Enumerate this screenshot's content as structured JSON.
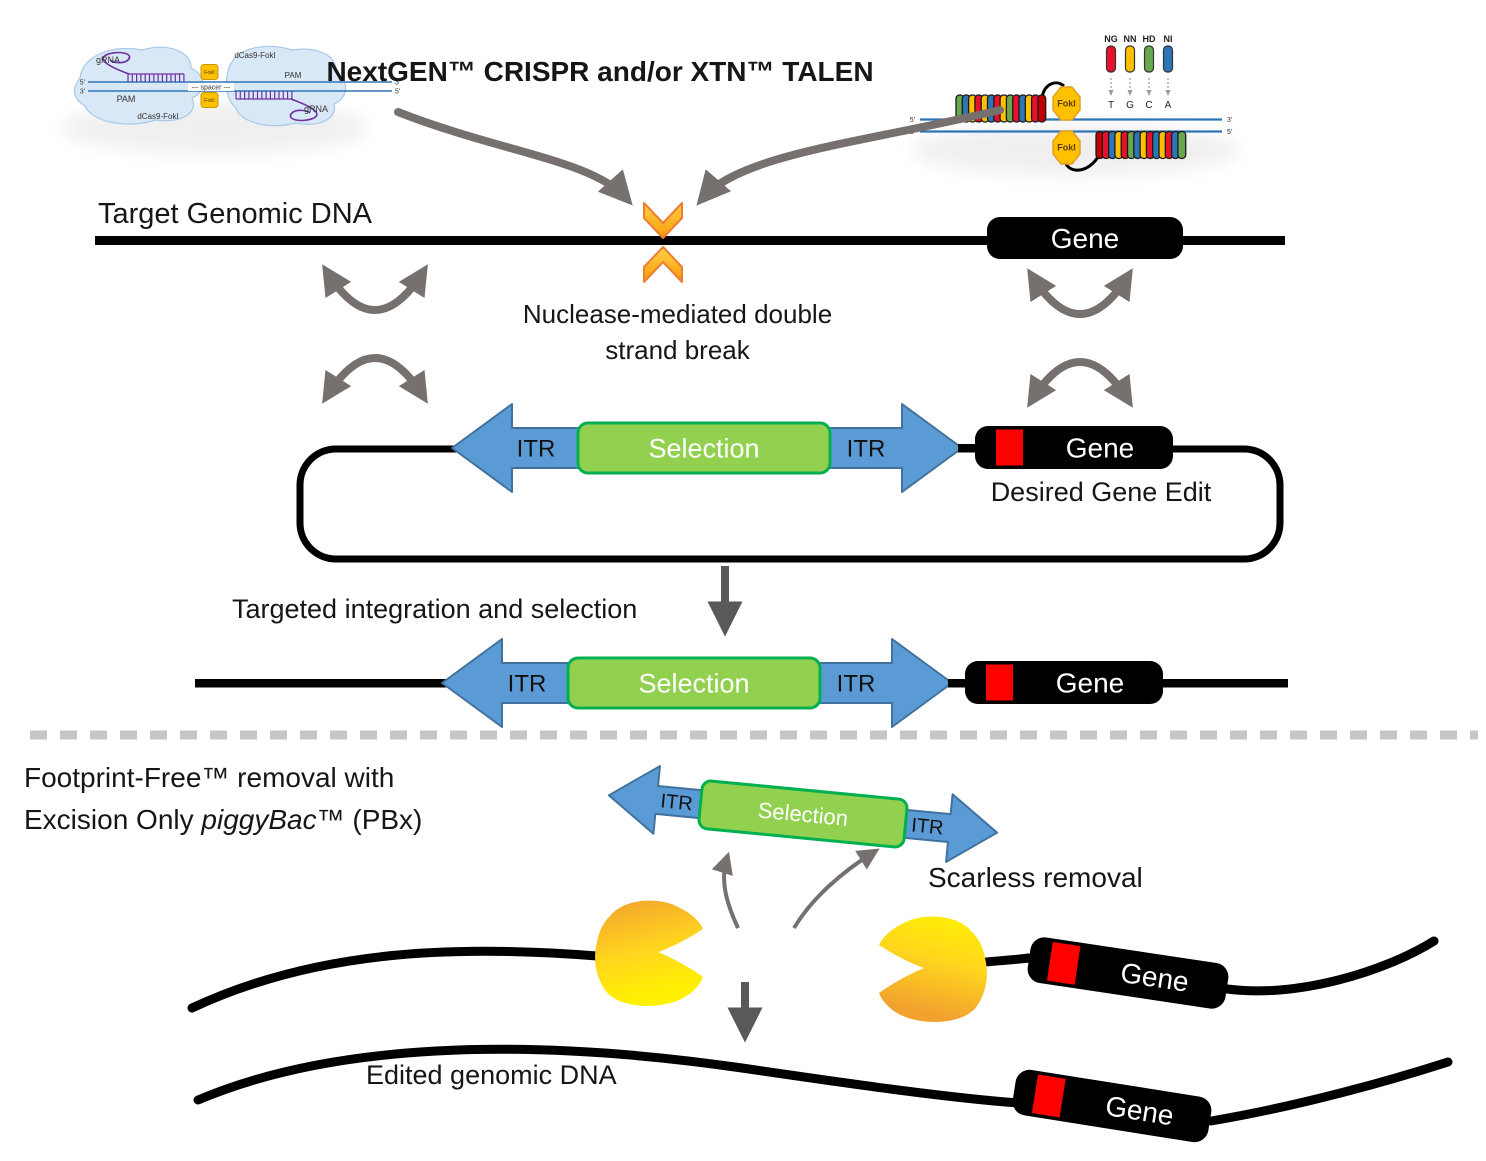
{
  "header": {
    "title": "NextGEN™ CRISPR and/or XTN™ TALEN"
  },
  "labels": {
    "target_dna": "Target Genomic DNA",
    "gene": "Gene",
    "itr": "ITR",
    "selection": "Selection",
    "nuclease_line1": "Nuclease-mediated  double",
    "nuclease_line2": "strand break",
    "desired_edit": "Desired Gene Edit",
    "integration": "Targeted integration and selection",
    "footprint_line1": "Footprint-Free™ removal with",
    "footprint_line2_pre": "Excision Only ",
    "footprint_line2_italic": "piggyBac™",
    "footprint_line2_post": " (PBx)",
    "scarless": "Scarless removal",
    "edited_dna": "Edited genomic DNA"
  },
  "crispr_diagram": {
    "grna": "gRNA",
    "pam": "PAM",
    "dcas9": "dCas9-FokI",
    "foki": "FokI",
    "spacer": "--- spacer ---",
    "five_prime": "5'",
    "three_prime": "3'"
  },
  "talen_diagram": {
    "foki": "FokI",
    "five_prime": "5'",
    "three_prime": "3'",
    "legend": [
      {
        "code": "NG",
        "base": "T",
        "color": "#E8112D"
      },
      {
        "code": "NN",
        "base": "G",
        "color": "#FFC000"
      },
      {
        "code": "HD",
        "base": "C",
        "color": "#6AA84F"
      },
      {
        "code": "NI",
        "base": "A",
        "color": "#2E75B6"
      }
    ],
    "upper_repeat_colors": [
      "#6AA84F",
      "#2E75B6",
      "#FFC000",
      "#E8112D",
      "#FFC000",
      "#2E75B6",
      "#E8112D",
      "#FFC000",
      "#6AA84F",
      "#E8112D",
      "#2E75B6",
      "#FFC000",
      "#E8112D",
      "#C00000"
    ],
    "lower_repeat_colors": [
      "#C00000",
      "#E8112D",
      "#2E75B6",
      "#FFC000",
      "#E8112D",
      "#6AA84F",
      "#2E75B6",
      "#FFC000",
      "#E8112D",
      "#2E75B6",
      "#FFC000",
      "#E8112D",
      "#2E75B6",
      "#6AA84F"
    ]
  },
  "colors": {
    "itr_arrow_fill": "#5B9BD5",
    "itr_arrow_stroke": "#41719C",
    "selection_fill": "#92D050",
    "selection_stroke": "#00B050",
    "gene_fill": "#000000",
    "edit_mark": "#FF0000",
    "cut_chevron_fill": "#FFC000",
    "cut_chevron_stroke": "#ED7D31",
    "recombination_arrow": "#76716F",
    "flow_arrow": "#595959",
    "divider": "#C6C6C6",
    "dna_line": "#000000",
    "transposase_orange": "#F2A12E",
    "transposase_yellow": "#FFF200",
    "helper_dna_blue": "#2E75B6",
    "grna_purple": "#7030A0"
  }
}
